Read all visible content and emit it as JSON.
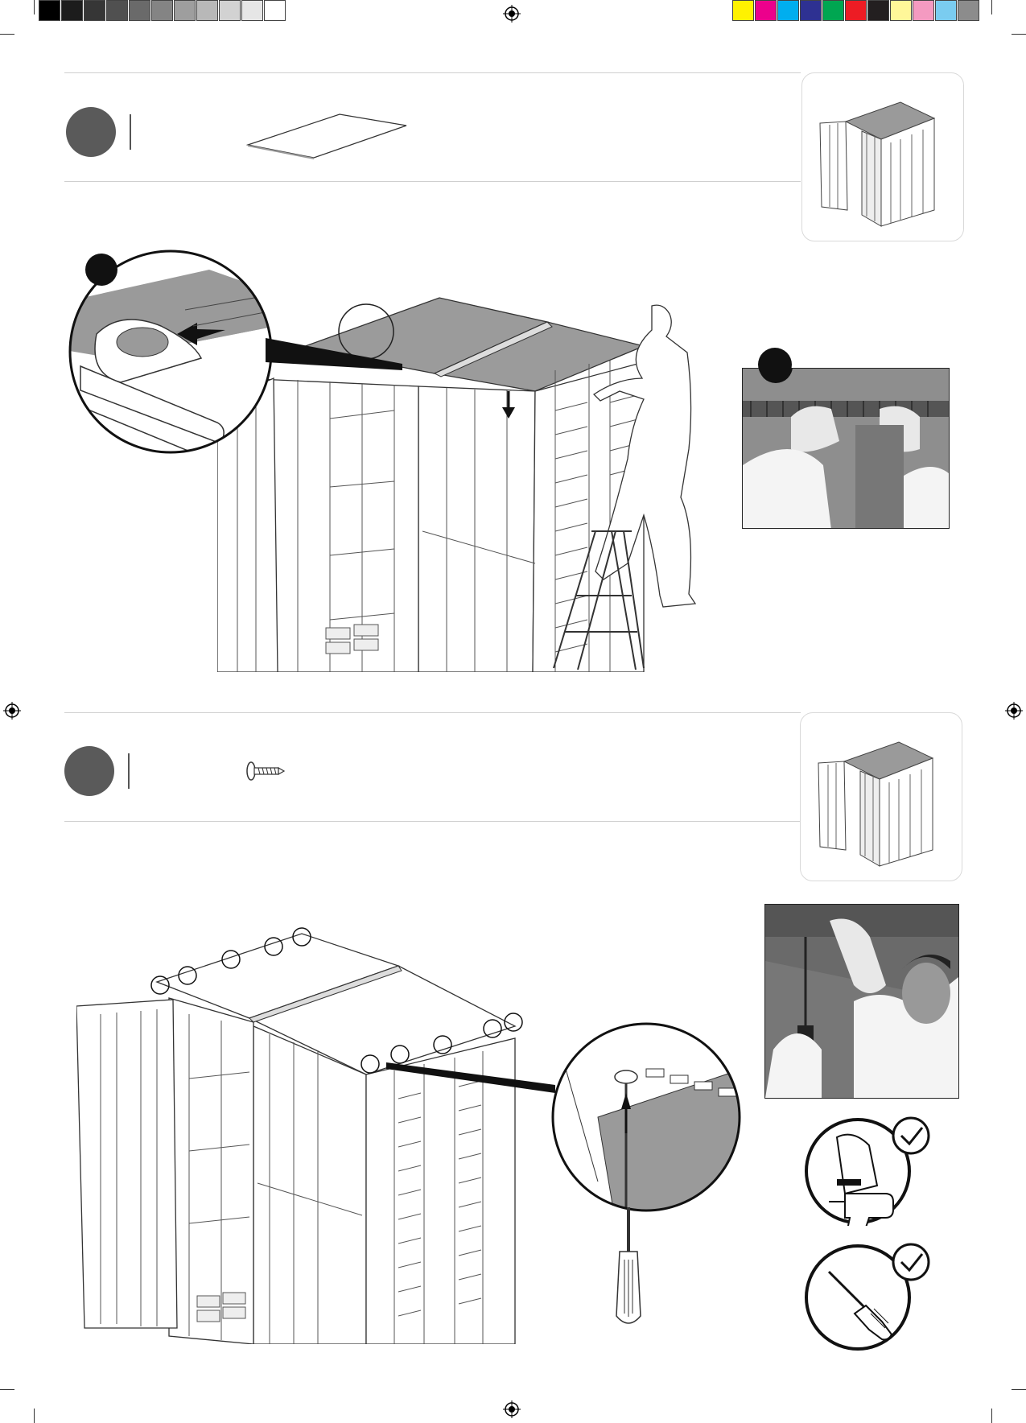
{
  "color_bar": {
    "grayscale": [
      "#000000",
      "#1c1c1c",
      "#363636",
      "#505050",
      "#6a6a6a",
      "#848484",
      "#9e9e9e",
      "#b8b8b8",
      "#d2d2d2",
      "#e6e6e6",
      "#ffffff"
    ],
    "process": [
      "#fff200",
      "#ec008c",
      "#00aeef",
      "#2e3192",
      "#00a651",
      "#ed1c24",
      "#231f20",
      "#fff799",
      "#f49ac1",
      "#7accf0",
      "#8c8c8c"
    ]
  },
  "step_one": {
    "part_icon": "roof-panel-icon",
    "overview_icon": "shed-overview-icon",
    "main_illustration": "roof-panel-install-illustration",
    "detail_icon": "roof-clip-detail-icon",
    "photo": "ridge-cap-press-photo"
  },
  "step_two": {
    "part_icon": "screw-icon",
    "overview_icon": "shed-overview-icon",
    "main_illustration": "roof-screw-fastening-illustration",
    "detail_icon": "screw-detail-icon",
    "photo": "screwdriver-photo",
    "tool_icons": [
      "drill-icon",
      "screwdriver-icon"
    ],
    "check_icon": "checkmark-icon"
  }
}
